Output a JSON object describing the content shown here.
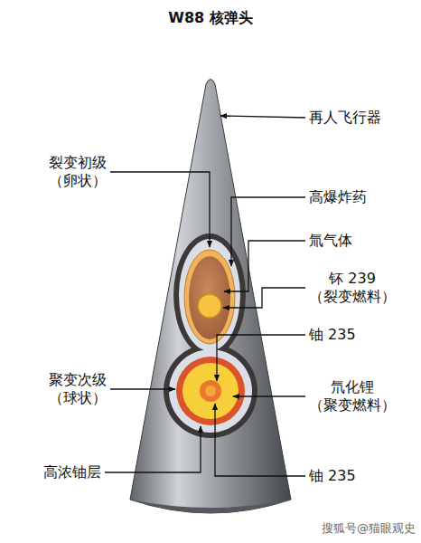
{
  "diagram": {
    "title": "W88 核弹头",
    "labels": [
      "再人飞行器",
      "裂变初级 （卵状）",
      "高爆炸药",
      "氚气体",
      "钚 239 （裂变燃料）",
      "铀 235",
      "聚变次级 （球状）",
      "氘化锂 （聚变燃料）",
      "高浓铀层",
      "铀 235",
      "搜狐号@猫眼观史"
    ]
  }
}
